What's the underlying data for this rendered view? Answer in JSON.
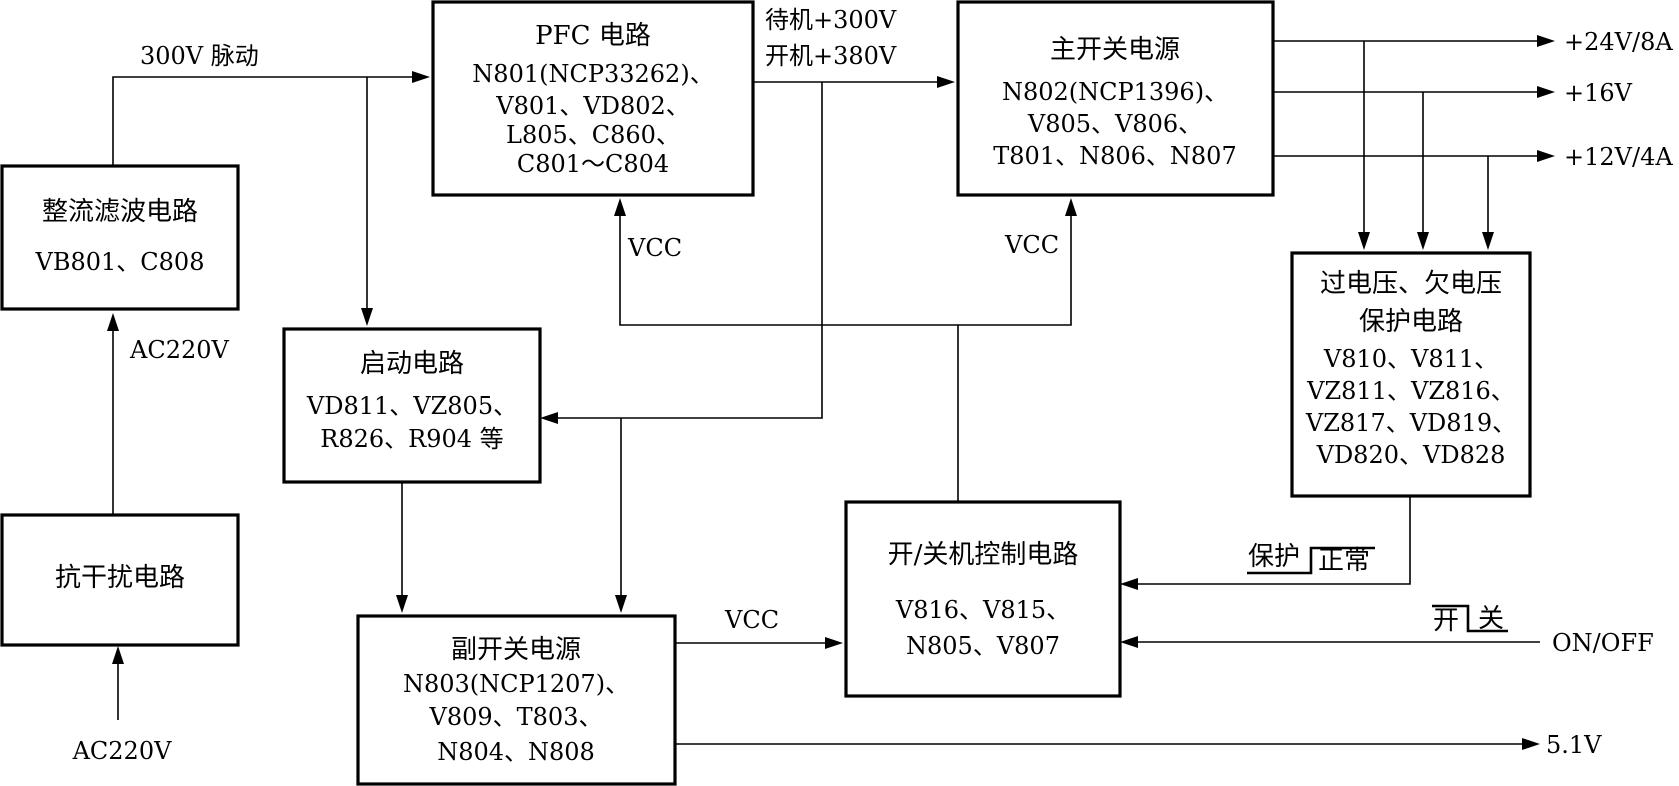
{
  "blocks": {
    "rectifier": {
      "title": "整流滤波电路",
      "parts": [
        "VB801、C808"
      ]
    },
    "emi": {
      "title": "抗干扰电路"
    },
    "pfc": {
      "title": "PFC 电路",
      "parts": [
        "N801(NCP33262)、",
        "V801、VD802、",
        "L805、C860、",
        "C801～C804"
      ]
    },
    "main_psu": {
      "title": "主开关电源",
      "parts": [
        "N802(NCP1396)、",
        "V805、V806、",
        "T801、N806、N807"
      ]
    },
    "startup": {
      "title": "启动电路",
      "parts": [
        "VD811、VZ805、",
        "R826、R904 等"
      ]
    },
    "aux_psu": {
      "title": "副开关电源",
      "parts": [
        "N803(NCP1207)、",
        "V809、T803、",
        "N804、N808"
      ]
    },
    "power_ctrl": {
      "title": "开/关机控制电路",
      "parts": [
        "V816、V815、",
        "N805、V807"
      ]
    },
    "protection": {
      "title": "过电压、欠电压",
      "title2": "保护电路",
      "parts": [
        "V810、V811、",
        "VZ811、VZ816、",
        "VZ817、VD819、",
        "VD820、VD828"
      ]
    }
  },
  "labels": {
    "ac_in": "AC220V",
    "ac_mid": "AC220V",
    "pulse_300v": "300V 脉动",
    "standby_300v": "待机+300V",
    "on_380v": "开机+380V",
    "vcc_pfc": "VCC",
    "vcc_main": "VCC",
    "vcc_aux": "VCC",
    "out_24v": "+24V/8A",
    "out_16v": "+16V",
    "out_12v": "+12V/4A",
    "out_5v": "5.1V",
    "on_off": "ON/OFF",
    "protect": "保护",
    "normal": "正常",
    "switch_on": "开",
    "switch_off": "关"
  }
}
